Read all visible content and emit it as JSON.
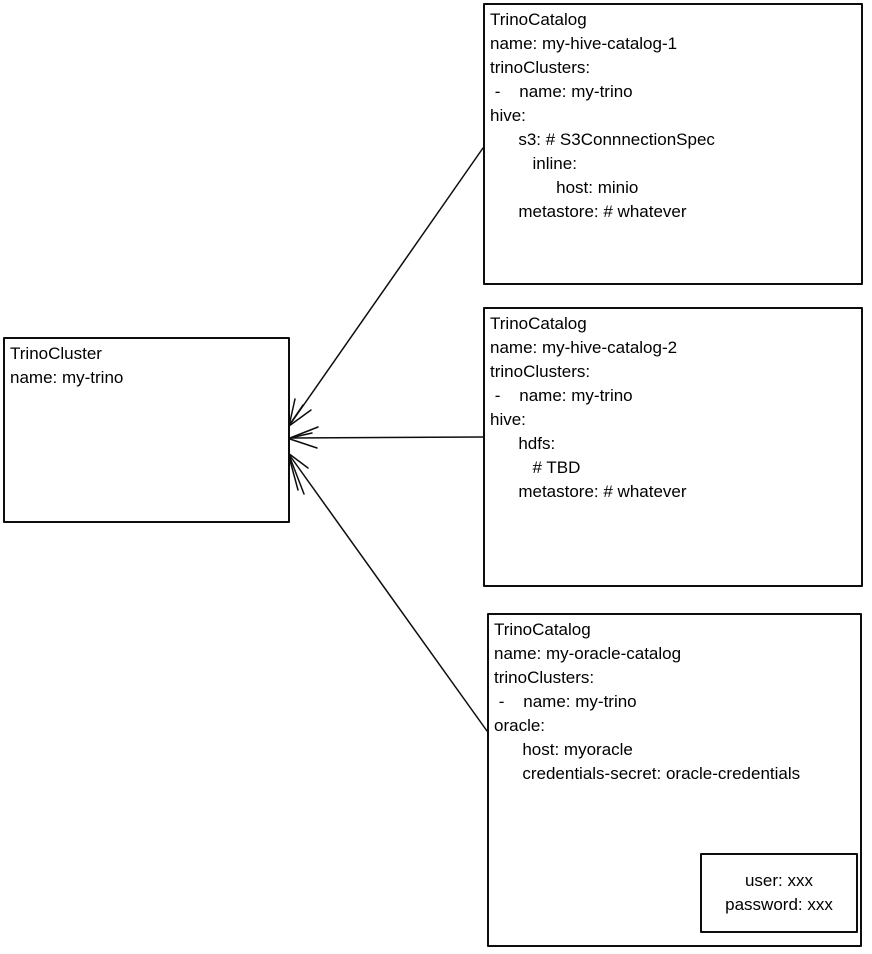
{
  "colors": {
    "background": "#ffffff",
    "stroke": "#0d0d0d",
    "text": "#000000"
  },
  "cluster": {
    "lines": [
      "TrinoCluster",
      "name: my-trino"
    ]
  },
  "catalogs": [
    {
      "lines": [
        "TrinoCatalog",
        "name: my-hive-catalog-1",
        "trinoClusters:",
        " -    name: my-trino",
        "hive:",
        "      s3: # S3ConnnectionSpec",
        "         inline:",
        "              host: minio",
        "      metastore: # whatever"
      ]
    },
    {
      "lines": [
        "TrinoCatalog",
        "name: my-hive-catalog-2",
        "trinoClusters:",
        " -    name: my-trino",
        "hive:",
        "      hdfs:",
        "         # TBD",
        "      metastore: # whatever"
      ]
    },
    {
      "lines": [
        "TrinoCatalog",
        "name: my-oracle-catalog",
        "trinoClusters:",
        " -    name: my-trino",
        "oracle:",
        "      host: myoracle",
        "      credentials-secret: oracle-credentials"
      ]
    }
  ],
  "secret_box": {
    "lines": [
      "user: xxx",
      "password: xxx"
    ]
  }
}
